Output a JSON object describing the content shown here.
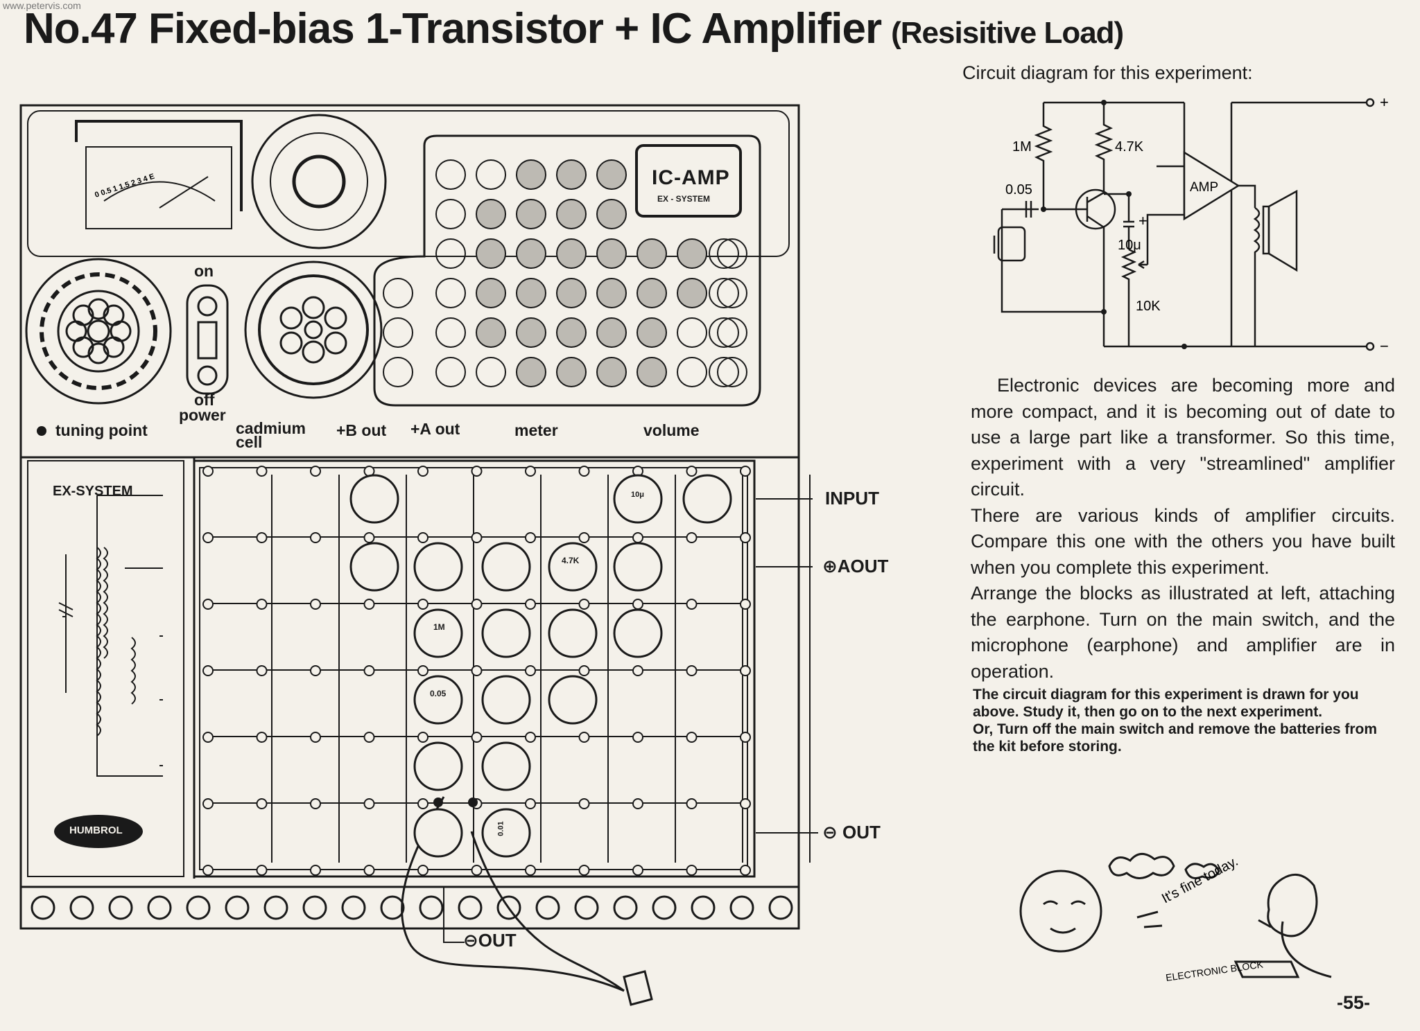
{
  "page": {
    "watermark": "www.petervis.com",
    "title": "No.47  Fixed-bias 1-Transistor + IC  Amplifier",
    "subtitle": "(Resisitive Load)",
    "page_number": "-55-"
  },
  "kit": {
    "brand_plate": "IC-AMP",
    "brand_plate_sub": "EX - SYSTEM",
    "ex_system_label": "EX-SYSTEM",
    "logo_text": "HUMBROL",
    "switch_on": "on",
    "switch_off": "off",
    "power_label": "power",
    "tuning_point": "tuning point",
    "terminals": {
      "cadmium_cell": "cadmium cell",
      "b_out": "+B out",
      "a_out": "+A out",
      "meter": "meter",
      "volume": "volume"
    },
    "side_labels": {
      "input": "INPUT",
      "aout": "⊕AOUT",
      "out": "⊖ OUT",
      "bottom_out": "⊖OUT"
    },
    "meter_scale": "0  0.5  1  1.5  2  3  4  E",
    "block_labels": {
      "cap_10u": "10μ",
      "res_47k": "4.7K",
      "res_1m": "1M",
      "cap_005": "0.05",
      "cap_001": "0.01"
    }
  },
  "circuit": {
    "caption": "Circuit diagram for this experiment:",
    "plus": "+",
    "minus": "−",
    "r1": "1M",
    "r2": "4.7K",
    "c1": "0.05",
    "c2": "10μ",
    "c2_pol": "+",
    "pot": "10K",
    "amp": "AMP"
  },
  "text": {
    "p1": "Electronic devices are becoming more and more compact, and it is becoming out of date to use a large part like a transformer. So this time, experiment with a very \"streamlined\" amplifier circuit.",
    "p2": "There are various kinds of amplifier circuits. Compare this one with the others you have built when you complete this experiment.",
    "p3": "Arrange the blocks as illustrated at left, attaching the earphone. Turn on the main switch, and the microphone (earphone) and amplifier are in operation.",
    "note1": "The circuit diagram for this experiment is drawn for you above. Study it, then go on to the next experiment.",
    "note2_lead": "Or,",
    "note2": "Turn off the main switch and remove the batteries from the kit before storing."
  },
  "cartoon": {
    "speech": "It's fine today.",
    "sign": "ELECTRONIC BLOCK"
  }
}
